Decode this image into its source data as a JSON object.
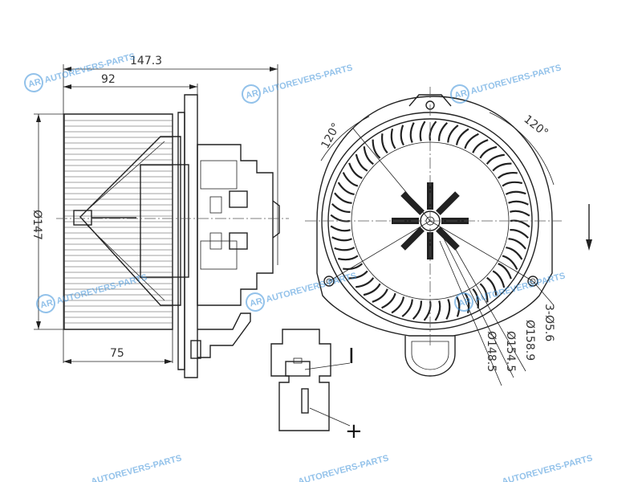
{
  "watermark": {
    "text": "AUTOREVERS-PARTS",
    "logo": "AR",
    "color": "#3a8fd8"
  },
  "dimensions": {
    "overall_length": "147.3",
    "housing_length": "92",
    "diameter": "Ø147",
    "wheel_depth": "75",
    "angle_left": "120°",
    "angle_right": "120°",
    "mount_holes": "3-Ø5.6",
    "dia_outer": "Ø158.9",
    "dia_mid": "Ø154.5",
    "dia_inner": "Ø148.5"
  },
  "connector": {
    "neg_label": "I",
    "pos_label": "+"
  },
  "arrow": {
    "direction": "down"
  }
}
